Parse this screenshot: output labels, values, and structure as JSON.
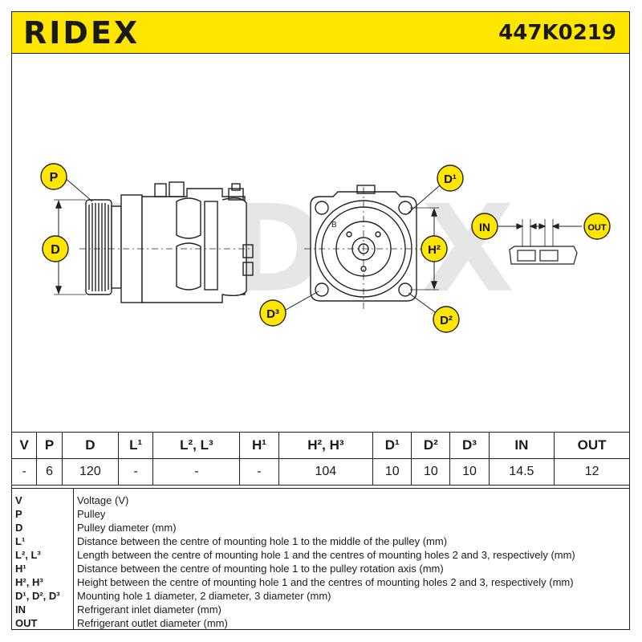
{
  "header": {
    "brand": "RIDEX",
    "part_number": "447K0219",
    "brand_color": "#ffe600"
  },
  "drawing": {
    "watermark": "RIDEX",
    "callouts": {
      "p": "P",
      "d": "D",
      "d1": "D¹",
      "h2": "H²",
      "d3": "D³",
      "d2": "D²",
      "in": "IN",
      "out": "OUT",
      "face_mark": "B"
    },
    "callout_color": "#ffe600"
  },
  "spec_table": {
    "headers": [
      "V",
      "P",
      "D",
      "L¹",
      "L², L³",
      "H¹",
      "H², H³",
      "D¹",
      "D²",
      "D³",
      "IN",
      "OUT"
    ],
    "values": [
      "-",
      "6",
      "120",
      "-",
      "-",
      "-",
      "104",
      "10",
      "10",
      "10",
      "14.5",
      "12"
    ]
  },
  "legend": [
    {
      "code": "V",
      "desc": "Voltage (V)"
    },
    {
      "code": "P",
      "desc": "Pulley"
    },
    {
      "code": "D",
      "desc": "Pulley diameter (mm)"
    },
    {
      "code": "L¹",
      "desc": "Distance between the centre of mounting hole 1 to the middle of the pulley (mm)"
    },
    {
      "code": "L², L³",
      "desc": "Length between the centre of mounting hole 1 and the centres of mounting holes 2 and 3, respectively (mm)"
    },
    {
      "code": "H¹",
      "desc": "Distance between the centre of mounting hole 1 to the pulley rotation axis (mm)"
    },
    {
      "code": "H², H³",
      "desc": "Height between the centre of mounting hole 1 and the centres of mounting holes 2 and 3, respectively (mm)"
    },
    {
      "code": "D¹, D², D³",
      "desc": "Mounting hole 1 diameter, 2 diameter, 3 diameter (mm)"
    },
    {
      "code": "IN",
      "desc": "Refrigerant inlet diameter (mm)"
    },
    {
      "code": "OUT",
      "desc": "Refrigerant outlet diameter (mm)"
    }
  ]
}
